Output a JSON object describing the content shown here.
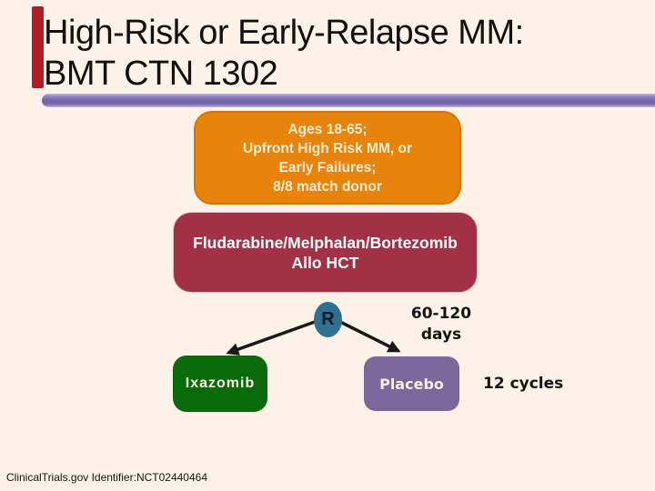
{
  "slide": {
    "title": {
      "line1": "High-Risk or Early-Relapse MM:",
      "line2": "BMT CTN 1302"
    },
    "footer": "ClinicalTrials.gov Identifier:NCT02440464"
  },
  "diagram": {
    "eligibility": {
      "line1": "Ages 18-65;",
      "line2": "Upfront High Risk MM, or",
      "line3": "Early Failures;",
      "line4": "8/8 match donor"
    },
    "conditioning": {
      "line1": "Fludarabine/Melphalan/Bortezomib",
      "line2": "Allo HCT"
    },
    "randomization_label": "R",
    "timing": {
      "line1": "60-120",
      "line2": "days"
    },
    "arms": {
      "left": "Ixazomib",
      "right": "Placebo"
    },
    "cycles": "12 cycles"
  },
  "colors": {
    "background": "#FCF2E7",
    "title_text": "#111111",
    "accent_bar": "#B01E23",
    "divider": "#7666AD",
    "eligibility_box": "#E8830C",
    "conditioning_box": "#A33145",
    "randomization_ellipse": "#2F6F90",
    "arm_left_box": "#0B6B0B",
    "arm_right_box": "#7A689B",
    "arrow": "#1A1A1A"
  }
}
